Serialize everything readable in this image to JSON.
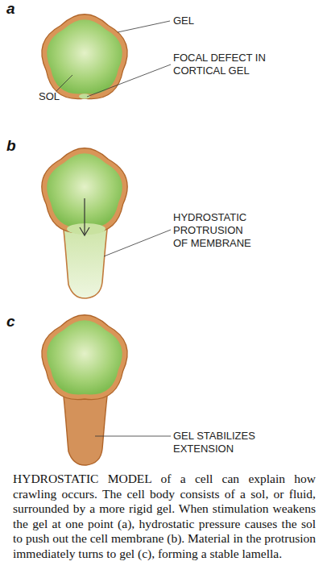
{
  "diagram": {
    "caption": "HYDROSTATIC MODEL of a cell can explain how crawling occurs. The cell body consists of a sol, or fluid, surrounded by a more rigid gel. When stimulation weakens the gel at one point (a), hydrostatic pressure causes the sol to push out the cell membrane (b). Material in the protrusion immediately turns to gel (c), forming a stable lamella.",
    "labels": [
      "a",
      "GEL",
      "SOL",
      "FOCAL DEFECT IN CORTICAL GEL",
      "b",
      "HYDROSTATIC PROTRUSION OF MEMBRANE",
      "c",
      "GEL STABILIZES EXTENSION"
    ]
  }
}
